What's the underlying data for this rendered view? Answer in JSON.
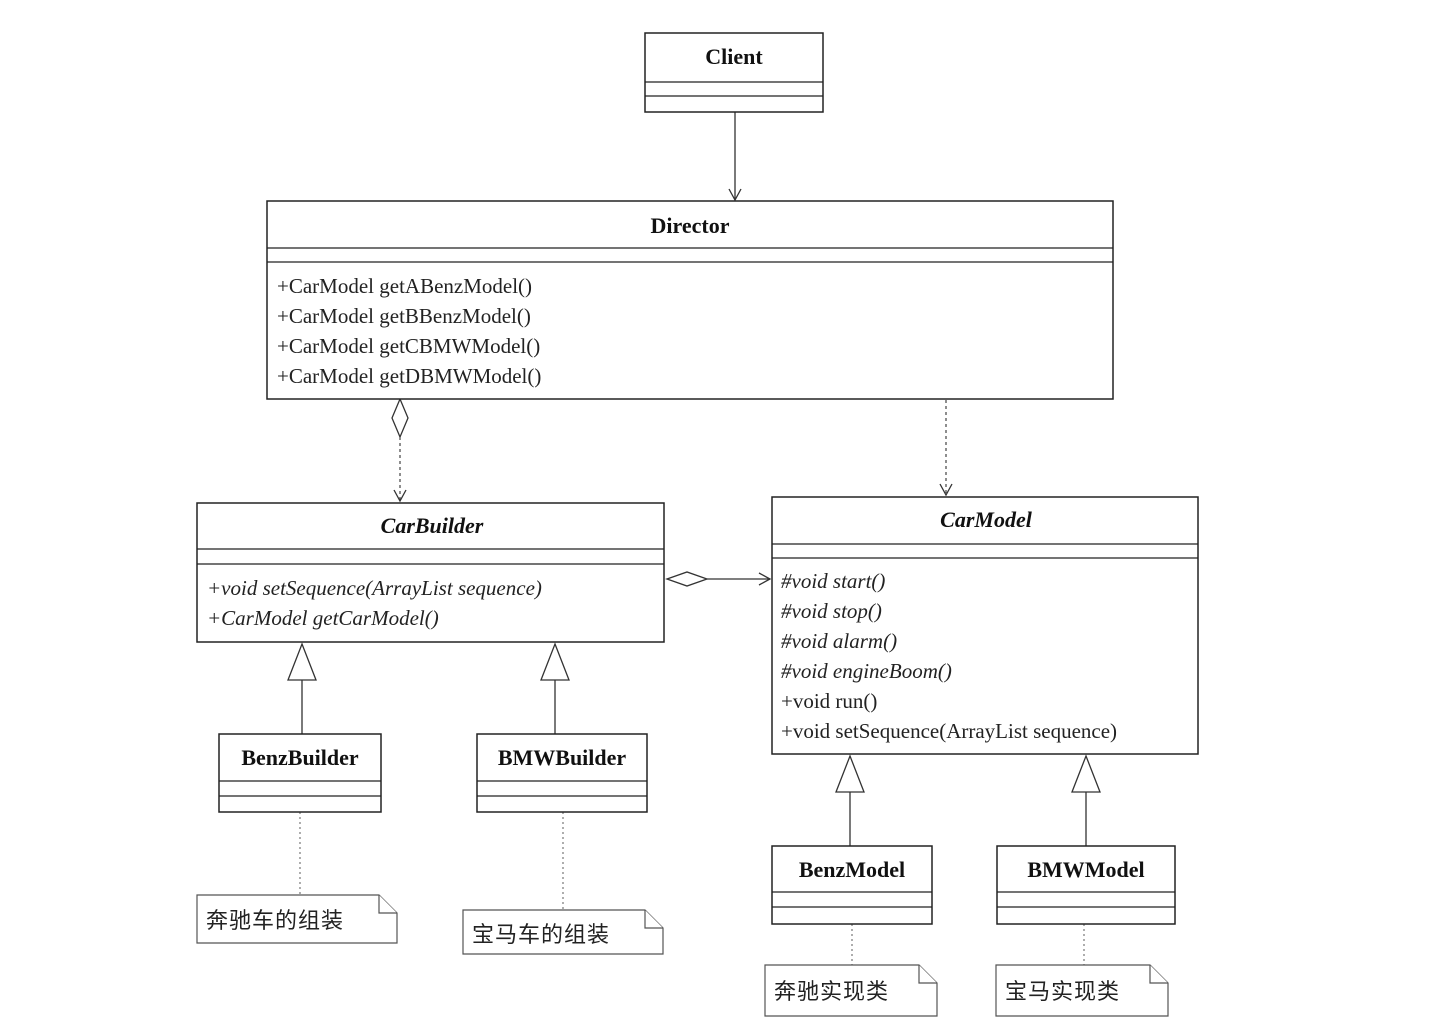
{
  "diagram": {
    "classes": {
      "client": {
        "name": "Client",
        "operations": []
      },
      "director": {
        "name": "Director",
        "operations": [
          "+CarModel getABenzModel()",
          "+CarModel getBBenzModel()",
          "+CarModel getCBMWModel()",
          "+CarModel getDBMWModel()"
        ]
      },
      "car_builder": {
        "name": "CarBuilder",
        "abstract": true,
        "operations": [
          "+void setSequence(ArrayList sequence)",
          "+CarModel getCarModel()"
        ]
      },
      "car_model": {
        "name": "CarModel",
        "abstract": true,
        "operations": [
          "#void start()",
          "#void stop()",
          "#void alarm()",
          "#void engineBoom()",
          "+void run()",
          "+void setSequence(ArrayList sequence)"
        ]
      },
      "benz_builder": {
        "name": "BenzBuilder",
        "operations": []
      },
      "bmw_builder": {
        "name": "BMWBuilder",
        "operations": []
      },
      "benz_model": {
        "name": "BenzModel",
        "operations": []
      },
      "bmw_model": {
        "name": "BMWModel",
        "operations": []
      }
    },
    "notes": {
      "benz_builder_note": "奔驰车的组装",
      "bmw_builder_note": "宝马车的组装",
      "benz_model_note": "奔驰实现类",
      "bmw_model_note": "宝马实现类"
    }
  }
}
